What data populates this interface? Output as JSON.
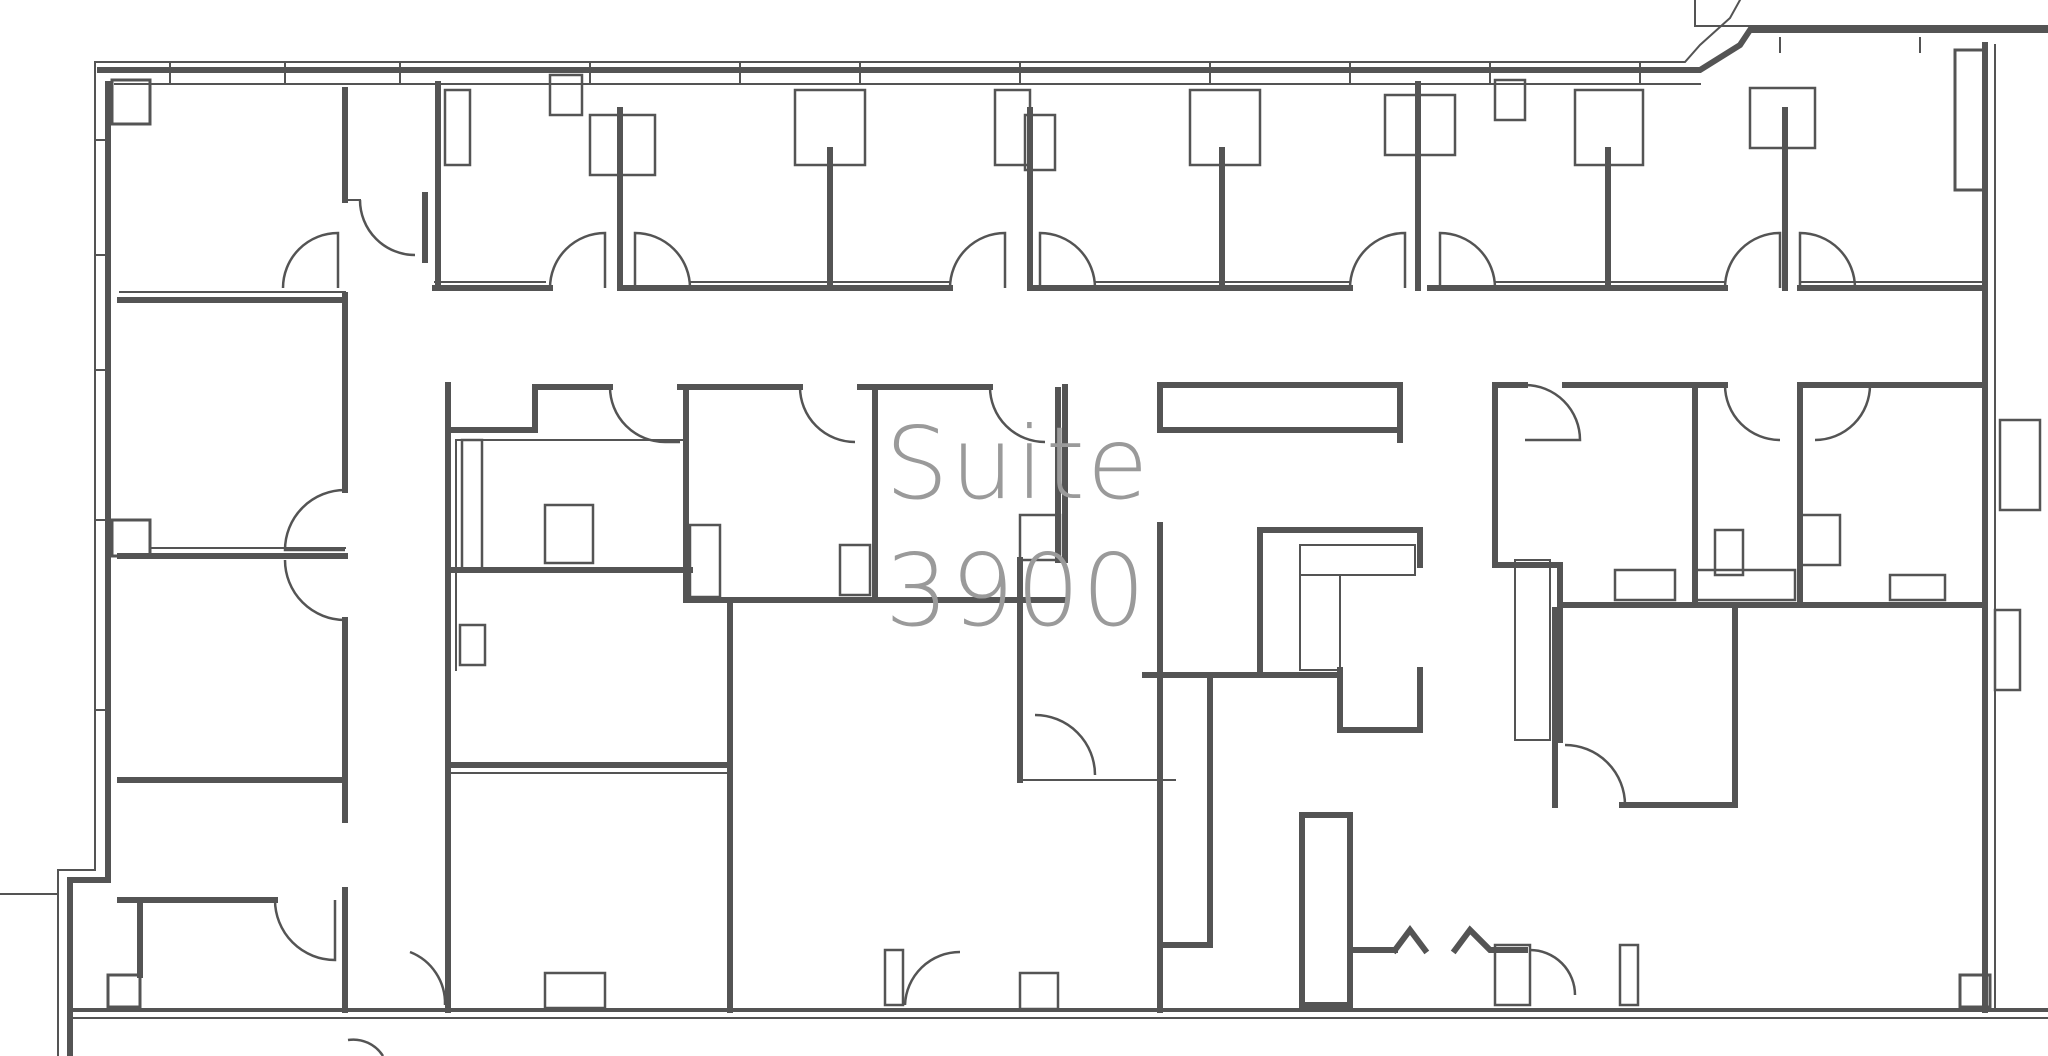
{
  "plan": {
    "suite_label_line1": "Suite",
    "suite_label_line2": "3900"
  },
  "colors": {
    "background": "#ffffff",
    "wall": "#545454",
    "label": "#9a9a9a"
  },
  "icons": {
    "door_swing": "door-swing-arc",
    "toilet": "toilet-fixture",
    "sink": "sink-fixture",
    "counter": "counter-fixture"
  }
}
